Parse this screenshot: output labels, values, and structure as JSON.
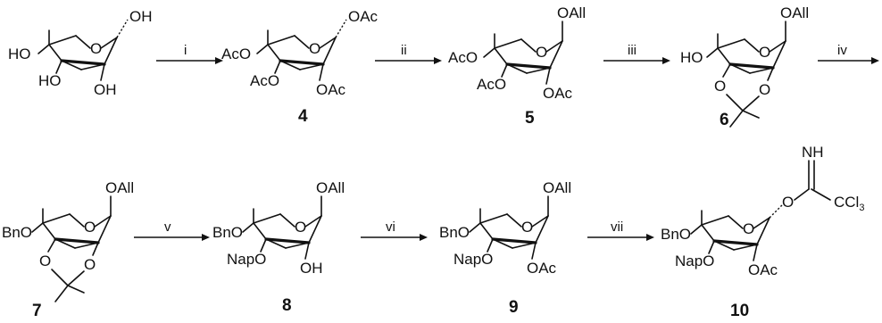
{
  "steps": [
    "i",
    "ii",
    "iii",
    "iv",
    "v",
    "vi",
    "vii"
  ],
  "compounds": [
    "4",
    "5",
    "6",
    "7",
    "8",
    "9",
    "10"
  ],
  "atoms": {
    "oh": "OH",
    "ho": "HO",
    "oac": "OAc",
    "aco": "AcO",
    "oall": "OAll",
    "bno": "BnO",
    "napo": "NapO",
    "o": "O",
    "nh": "NH",
    "ccl3": "CCl",
    "sub3": "3"
  }
}
